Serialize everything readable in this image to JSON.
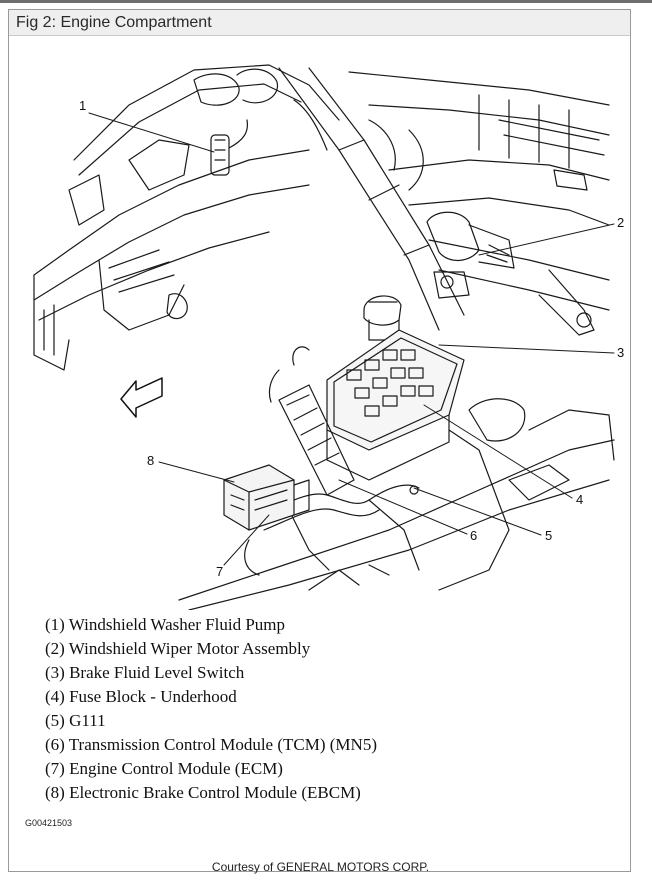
{
  "figure": {
    "caption": "Fig 2: Engine Compartment",
    "callouts": [
      "1",
      "2",
      "3",
      "4",
      "5",
      "6",
      "7",
      "8"
    ],
    "legend": [
      "(1) Windshield Washer Fluid Pump",
      "(2) Windshield Wiper Motor Assembly",
      "(3) Brake Fluid Level Switch",
      "(4) Fuse Block - Underhood",
      "(5) G111",
      "(6) Transmission Control Module (TCM) (MN5)",
      "(7) Engine Control Module (ECM)",
      "(8) Electronic Brake Control Module (EBCM)"
    ],
    "code": "G00421503",
    "courtesy": "Courtesy of GENERAL MOTORS CORP."
  }
}
